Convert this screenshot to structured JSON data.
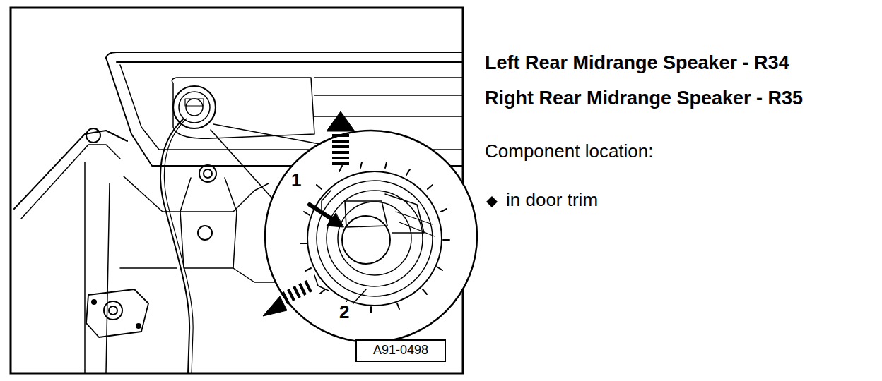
{
  "diagram": {
    "nodes": [
      {
        "text": [
          "A91-0498"
        ]
      }
    ],
    "labels": [
      "Left Rear Midrange Speaker - R34",
      "Right Rear Midrange Speaker - R35",
      "Component location:",
      "in door trim",
      "1",
      "2"
    ]
  }
}
